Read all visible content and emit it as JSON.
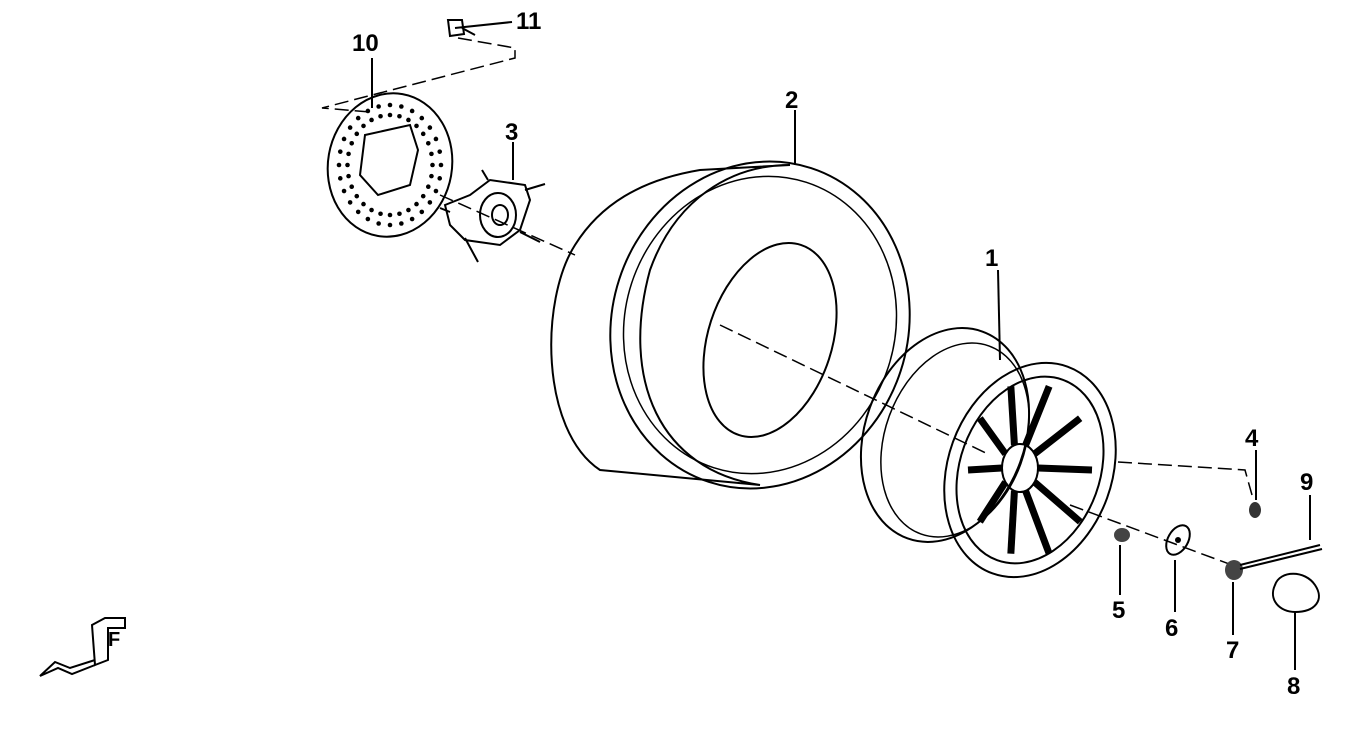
{
  "diagram": {
    "title": "Rear wheel exploded parts diagram",
    "callouts": {
      "rim": "1",
      "tire": "2",
      "hub": "3",
      "valve": "4",
      "nut_small": "5",
      "washer": "6",
      "castle_nut": "7",
      "hub_cap": "8",
      "cotter_pin": "9",
      "brake_disc": "10",
      "bolt": "11"
    },
    "direction_marker": "F"
  }
}
